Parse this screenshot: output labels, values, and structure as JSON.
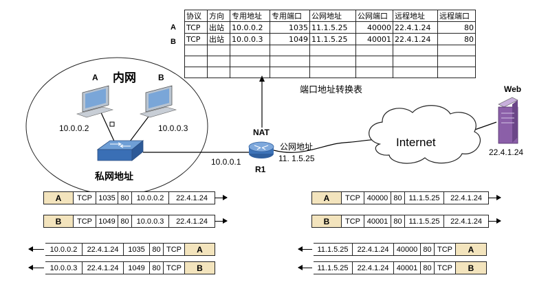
{
  "nat_table": {
    "headers": [
      "协议",
      "方向",
      "专用地址",
      "专用端口",
      "公网地址",
      "公网端口",
      "远程地址",
      "远程端口"
    ],
    "rows": [
      {
        "label": "A",
        "cells": [
          "TCP",
          "出站",
          "10.0.0.2",
          "1035",
          "11.1.5.25",
          "40000",
          "22.4.1.24",
          "80"
        ]
      },
      {
        "label": "B",
        "cells": [
          "TCP",
          "出站",
          "10.0.0.3",
          "1049",
          "11.1.5.25",
          "40001",
          "22.4.1.24",
          "80"
        ]
      },
      {
        "label": "",
        "cells": [
          "",
          "",
          "",
          "",
          "",
          "",
          "",
          ""
        ]
      },
      {
        "label": "",
        "cells": [
          "",
          "",
          "",
          "",
          "",
          "",
          "",
          ""
        ]
      },
      {
        "label": "",
        "cells": [
          "",
          "",
          "",
          "",
          "",
          "",
          "",
          ""
        ]
      }
    ],
    "caption": "端口地址转换表"
  },
  "network": {
    "lan_title": "内网",
    "host_a_label": "A",
    "host_b_label": "B",
    "host_a_ip": "10.0.0.2",
    "host_b_ip": "10.0.0.3",
    "switch_label": "私网地址",
    "router_inside_ip": "10.0.0.1",
    "router_name": "R1",
    "nat_label": "NAT",
    "public_addr_label": "公网地址",
    "public_ip": "11. 1.5.25",
    "cloud_label": "Internet",
    "server_label": "Web",
    "server_ip": "22.4.1.24"
  },
  "packets": {
    "left_out": [
      {
        "tag": "A",
        "cells": [
          "TCP",
          "1035",
          "80",
          "10.0.0.2",
          "22.4.1.24"
        ]
      },
      {
        "tag": "B",
        "cells": [
          "TCP",
          "1049",
          "80",
          "10.0.0.3",
          "22.4.1.24"
        ]
      }
    ],
    "right_out": [
      {
        "tag": "A",
        "cells": [
          "TCP",
          "40000",
          "80",
          "11.1.5.25",
          "22.4.1.24"
        ]
      },
      {
        "tag": "B",
        "cells": [
          "TCP",
          "40001",
          "80",
          "11.1.5.25",
          "22.4.1.24"
        ]
      }
    ],
    "left_in": [
      {
        "tag": "A",
        "cells": [
          "10.0.0.2",
          "22.4.1.24",
          "1035",
          "80",
          "TCP"
        ]
      },
      {
        "tag": "B",
        "cells": [
          "10.0.0.3",
          "22.4.1.24",
          "1049",
          "80",
          "TCP"
        ]
      }
    ],
    "right_in": [
      {
        "tag": "A",
        "cells": [
          "11.1.5.25",
          "22.4.1.24",
          "40000",
          "80",
          "TCP"
        ]
      },
      {
        "tag": "B",
        "cells": [
          "11.1.5.25",
          "22.4.1.24",
          "40001",
          "80",
          "TCP"
        ]
      }
    ]
  },
  "colors": {
    "tag_fill": "#f3e4bd",
    "monitor": "#7aa6d8",
    "switch": "#3a6fb5",
    "router": "#2f5f9e",
    "server": "#8b5fa8"
  }
}
